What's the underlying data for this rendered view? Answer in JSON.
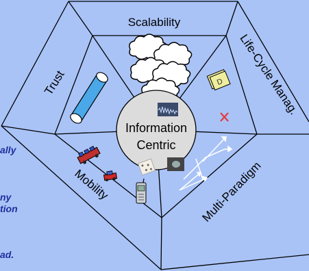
{
  "diagram": {
    "center": {
      "line1": "Information",
      "line2": "Centric"
    },
    "segments": [
      {
        "id": "scalability",
        "label": "Scalability"
      },
      {
        "id": "life-cycle",
        "label": "Life-Cycle Manag."
      },
      {
        "id": "multi-paradigm",
        "label": "Multi-Paradigm"
      },
      {
        "id": "mobility",
        "label": "Mobility"
      },
      {
        "id": "trust",
        "label": "Trust"
      }
    ],
    "icons": [
      "cloud-cluster-icon",
      "document-icon",
      "red-x-icon",
      "arrow-network-icon",
      "mobile-phone-icon",
      "toy-car-icon",
      "tag-device-icon",
      "cylinder-icon",
      "waveform-thumbnail-icon",
      "photo-thumbnail-icon"
    ]
  },
  "background_fragments": [
    {
      "id": "frag-1",
      "text": "ally"
    },
    {
      "id": "frag-2",
      "text": "ny"
    },
    {
      "id": "frag-3",
      "text": "tion"
    },
    {
      "id": "frag-4",
      "text": "ad."
    }
  ],
  "colors": {
    "background": "#a9c3f7",
    "pentagon_fill": "#a9c3f7",
    "outline": "#000000",
    "center_fill": "#dcdcdc",
    "fragment_text": "#1e2f9b",
    "cylinder": "#4aa8e8",
    "cross": "#e03c3c"
  }
}
